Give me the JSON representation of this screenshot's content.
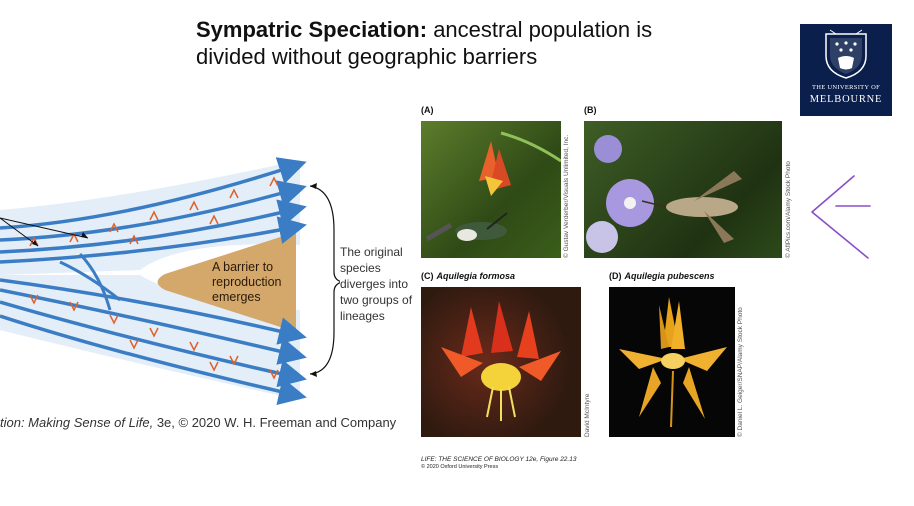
{
  "title": {
    "bold": "Sympatric Speciation:",
    "rest": " ancestral population is divided without geographic barriers"
  },
  "logo": {
    "line1": "THE UNIVERSITY OF",
    "line2": "MELBOURNE"
  },
  "diagram": {
    "barrier_label": "A barrier to reproduction emerges",
    "side_text": "The original species diverges into two groups of lineages",
    "credit_italic": "tion: Making Sense of Life,",
    "credit_rest": " 3e, © 2020 W. H. Freeman and Company"
  },
  "panels": [
    {
      "label": "(A)",
      "species": "",
      "credit": "© Gustav Verderber/Visuals Unlimited, Inc."
    },
    {
      "label": "(B)",
      "species": "",
      "credit": "© AflPics.com/Alamy Stock Photo"
    },
    {
      "label": "(C)",
      "species": "Aquilegia formosa",
      "credit": "David McIntyre"
    },
    {
      "label": "(D)",
      "species": "Aquilegia pubescens",
      "credit": "© Daniel L. Geiger/SNAP/Alamy Stock Photo"
    }
  ],
  "footer": {
    "line1": "LIFE: THE SCIENCE OF BIOLOGY 12e, Figure 22.13",
    "line2": "© 2020 Oxford University Press"
  },
  "colors": {
    "lineage_blue": "#3b7dc4",
    "barrier_tan": "#d4a76a",
    "logo_navy": "#0b1f4d",
    "annotation_purple": "#8a4fc8"
  }
}
